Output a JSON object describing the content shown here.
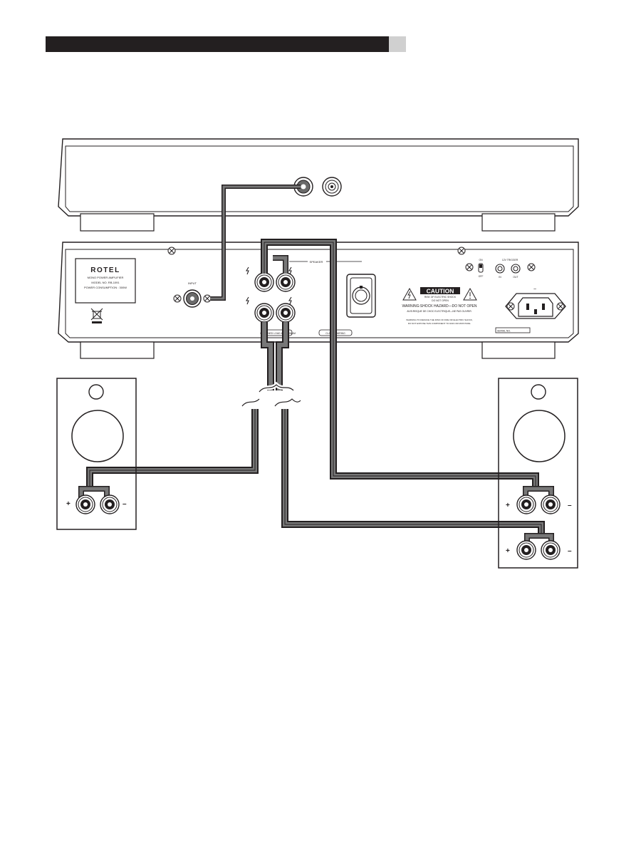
{
  "colors": {
    "ink": "#231f20",
    "cable": "#777777",
    "header_bar": "#231f20",
    "header_tab": "#d0d0d0"
  },
  "amplifier": {
    "brand": "ROTEL",
    "label_line1": "MONO POWER AMPLIFIER",
    "label_line2": "MODEL NO. RB-1091",
    "label_line3": "POWER CONSUMPTION : 300W",
    "input_label": "INPUT",
    "speaker_label": "SPEAKER",
    "impedance_note_1": "COMBINED LOAD 4Ω MINIMUM",
    "impedance_note_2": "CLASS 2 WIRING",
    "switch_on": "ON",
    "switch_off": "OFF",
    "trigger_label": "12V TRIGGER",
    "trigger_in": "IN",
    "trigger_out": "OUT",
    "caution_title": "CAUTION",
    "caution_line1": "RISK OF ELECTRIC SHOCK",
    "caution_line2": "DO NOT OPEN",
    "warning_line1": "WARNING:SHOCK HAZARD—DO NOT OPEN",
    "warning_line2": "AVIS:RISQUE DE CHOC ELECTRIQUE—NE PAS OUVRIR.",
    "warning_line3": "WARNING:TO REDUCE THE RISK OF FIRE OR ELECTRIC SHOCK,",
    "warning_line4": "DO NOT EXPOSE THIS COMPONENT TO RAIN OR MOISTURE.",
    "ac_symbol": "~",
    "serial_label": "SERIAL NO."
  },
  "speakers": {
    "plus": "+",
    "minus": "–"
  }
}
